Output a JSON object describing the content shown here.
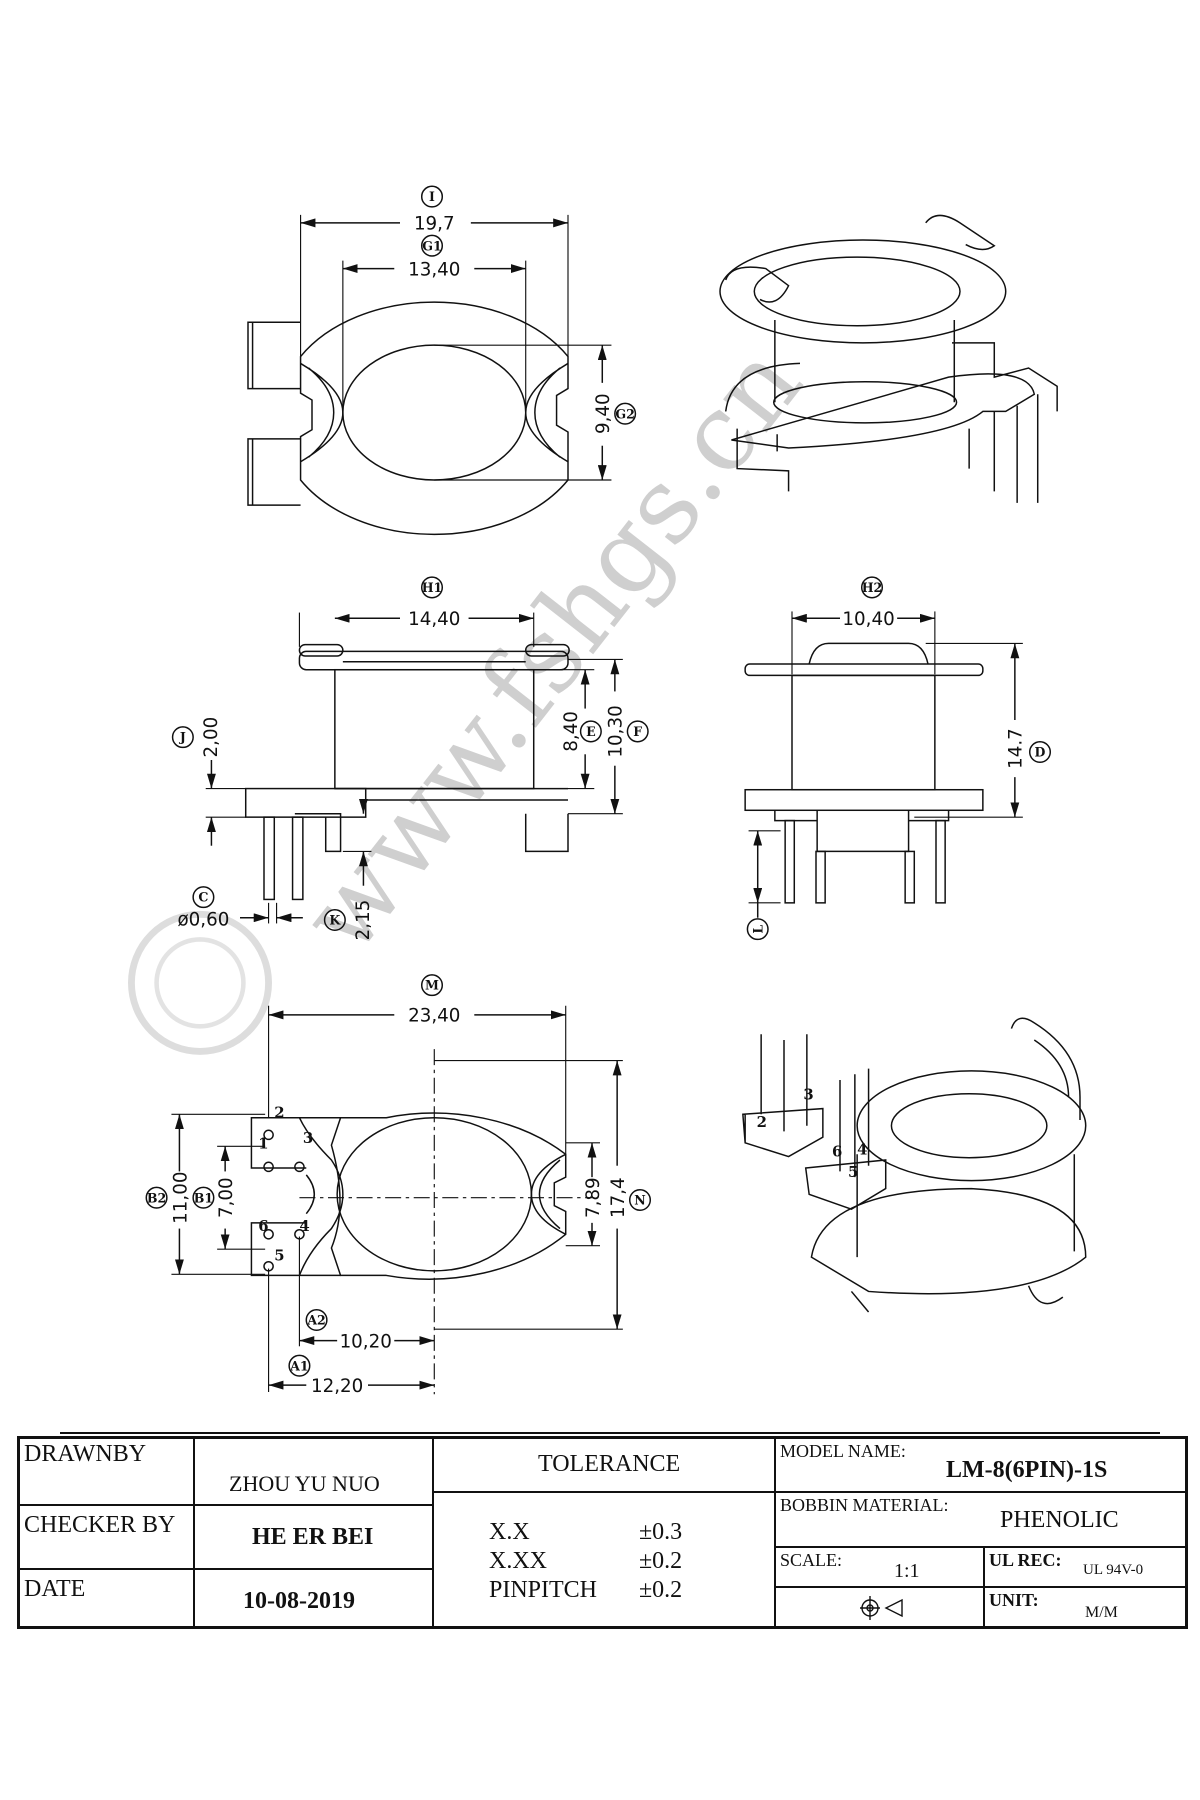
{
  "watermark": "www.fshgs.cn",
  "top_view": {
    "I": {
      "label": "I",
      "value": "19,7"
    },
    "G1": {
      "label": "G1",
      "value": "13,40"
    },
    "G2": {
      "label": "G2",
      "value": "9,40"
    }
  },
  "side_view_front": {
    "H1": {
      "label": "H1",
      "value": "14,40"
    },
    "J": {
      "label": "J",
      "value": "2,00"
    },
    "E": {
      "label": "E",
      "value": "8,40"
    },
    "F": {
      "label": "F",
      "value": "10,30"
    },
    "C": {
      "label": "C",
      "value": "ø0,60"
    },
    "K": {
      "label": "K",
      "value": "2,15"
    }
  },
  "side_view_right": {
    "H2": {
      "label": "H2",
      "value": "10,40"
    },
    "D": {
      "label": "D",
      "value": "14.7"
    },
    "L": {
      "label": "L"
    }
  },
  "bottom_view": {
    "M": {
      "label": "M",
      "value": "23,40"
    },
    "N": {
      "label": "N",
      "value": "17,4"
    },
    "inner": {
      "value": "7,89"
    },
    "B2": {
      "label": "B2",
      "value": "11,00"
    },
    "B1": {
      "label": "B1",
      "value": "7,00"
    },
    "A2": {
      "label": "A2",
      "value": "10,20"
    },
    "A1": {
      "label": "A1",
      "value": "12,20"
    },
    "pins": [
      "1",
      "2",
      "3",
      "4",
      "5",
      "6"
    ]
  },
  "iso_pins": [
    "2",
    "3",
    "4",
    "5",
    "6"
  ],
  "title_block": {
    "drawn_by_label": "DRAWNBY",
    "drawn_by": "ZHOU YU NUO",
    "checker_label": "CHECKER BY",
    "checker": "HE ER BEI",
    "date_label": "DATE",
    "date": "10-08-2019",
    "tolerance_label": "TOLERANCE",
    "tolerances": [
      {
        "format": "X.X",
        "value": "±0.3"
      },
      {
        "format": "X.XX",
        "value": "±0.2"
      },
      {
        "format": "PINPITCH",
        "value": "±0.2"
      }
    ],
    "model_label": "MODEL NAME:",
    "model": "LM-8(6PIN)-1S",
    "material_label": "BOBBIN MATERIAL:",
    "material": "PHENOLIC",
    "scale_label": "SCALE:",
    "scale": "1:1",
    "ul_label": "UL REC:",
    "ul": "UL 94V-0",
    "unit_label": "UNIT:",
    "unit": "M/M"
  }
}
